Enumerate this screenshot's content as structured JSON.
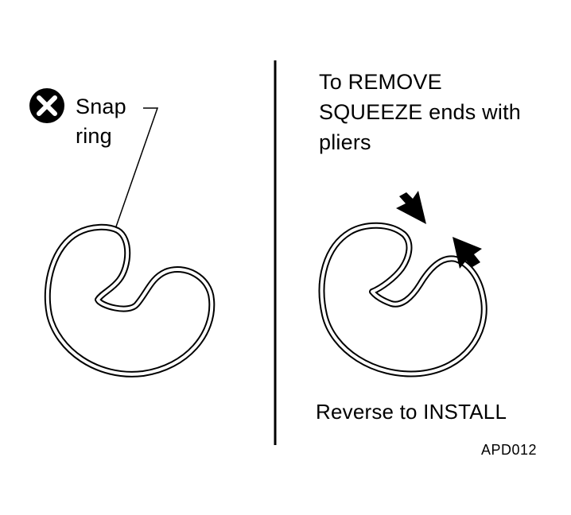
{
  "left_panel": {
    "label_lines": [
      "Snap",
      "ring"
    ]
  },
  "right_panel": {
    "instruction_lines": [
      "To REMOVE",
      "SQUEEZE ends with",
      "pliers"
    ],
    "install_text": "Reverse to INSTALL"
  },
  "figure_code": "APD012",
  "icons": {
    "replace_marker": "circled-x-icon",
    "squeeze_arrows": "arrow-icon"
  },
  "colors": {
    "ink": "#000000",
    "paper": "#ffffff"
  }
}
